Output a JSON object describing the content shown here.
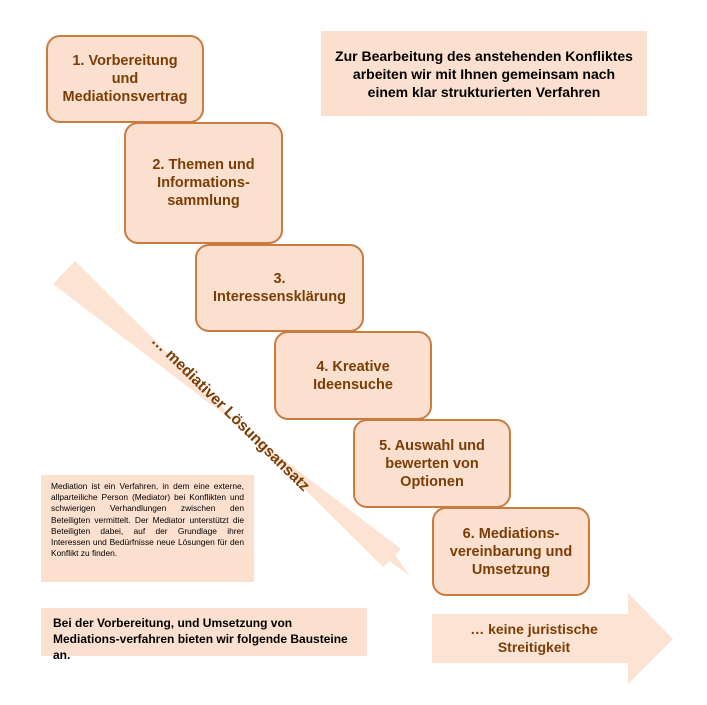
{
  "diagram": {
    "steps": [
      {
        "label": "1. Vorbereitung\nund\nMediationsvertrag"
      },
      {
        "label": "2. Themen und\nInformations-\nsammlung"
      },
      {
        "label": "3.\nInteressensklärung"
      },
      {
        "label": "4. Kreative\nIdeensuche"
      },
      {
        "label": "5. Auswahl und\nbewerten von\nOptionen"
      },
      {
        "label": "6. Mediations-\nvereinbarung und\nUmsetzung"
      }
    ],
    "header_note": "Zur Bearbeitung des anstehenden Konfliktes arbeiten wir mit Ihnen gemeinsam nach einem klar strukturierten Verfahren",
    "diagonal_arrow_label": "… mediativer Lösungsansatz",
    "right_arrow_label": "… keine juristische\nStreitigkeit",
    "description_note": "Mediation ist ein Verfahren, in dem eine externe, allparteiliche Person (Mediator) bei Konflikten und schwierigen Verhandlungen zwischen den Beteiligten vermittelt. Der Mediator unterstützt die Beteiligten dabei, auf der Grundlage ihrer Interessen und Bedürfnisse neue Lösungen für den Konflikt zu finden.",
    "offer_note": "Bei der Vorbereitung, und Umsetzung von Mediations-verfahren bieten wir folgende Bausteine an.",
    "colors": {
      "box_fill": "#fbe0d0",
      "box_border": "#c97c42",
      "text_brown": "#7a3d06",
      "arrow_fill": "#fce3d3"
    }
  }
}
